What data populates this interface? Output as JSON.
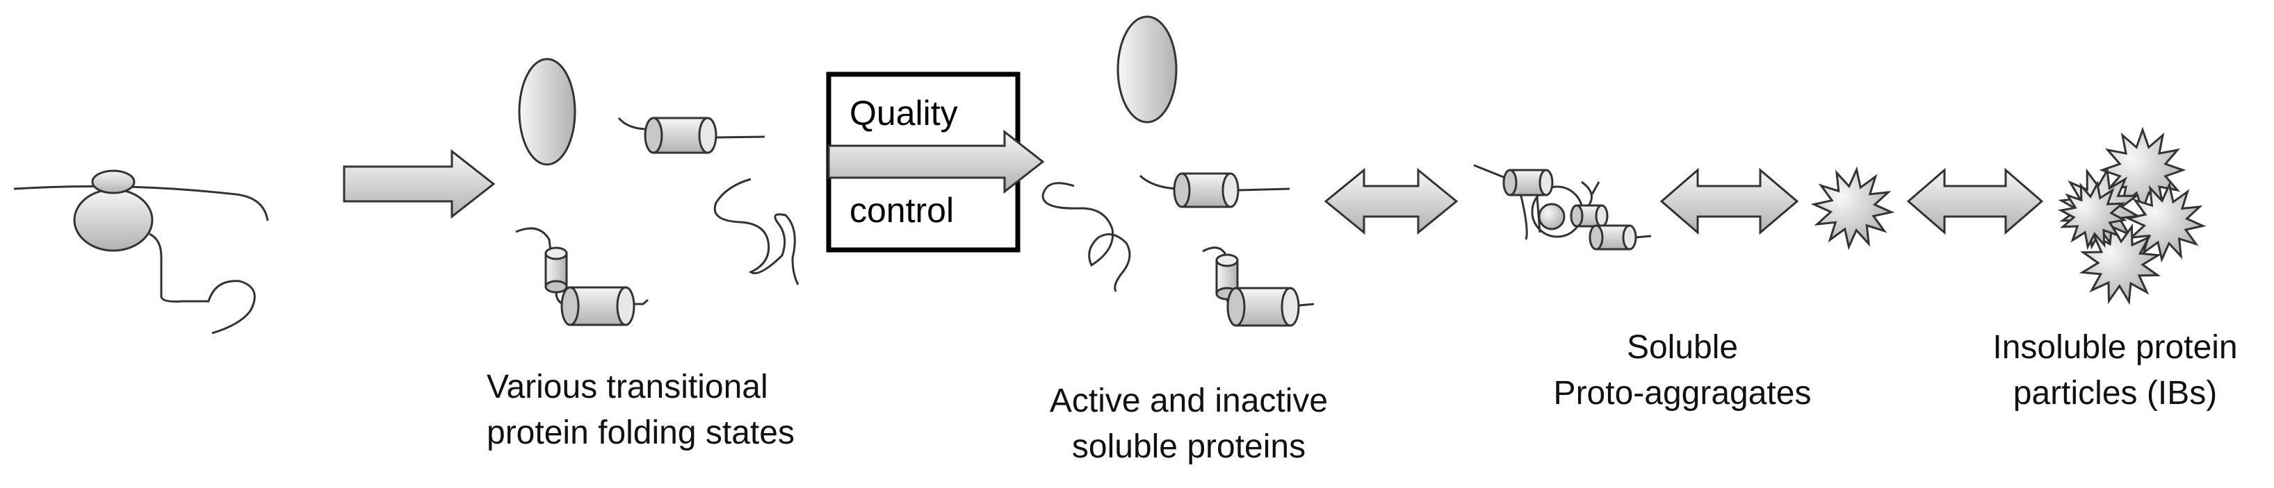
{
  "quality_control": {
    "line1": "Quality",
    "line2": "control"
  },
  "labels": {
    "folding_states": {
      "line1": "Various transitional",
      "line2": "protein folding states"
    },
    "active_inactive": {
      "line1": "Active and inactive",
      "line2": "soluble proteins"
    },
    "proto_aggregates": {
      "line1": "Soluble",
      "line2": "Proto-aggragates"
    },
    "insoluble": {
      "line1": "Insoluble protein",
      "line2": "particles (IBs)"
    }
  },
  "colors": {
    "shape_fill_light": "#f4f4f4",
    "shape_fill_dark": "#b4b4b4",
    "stroke": "#3a3a3a",
    "box_border": "#000000"
  }
}
